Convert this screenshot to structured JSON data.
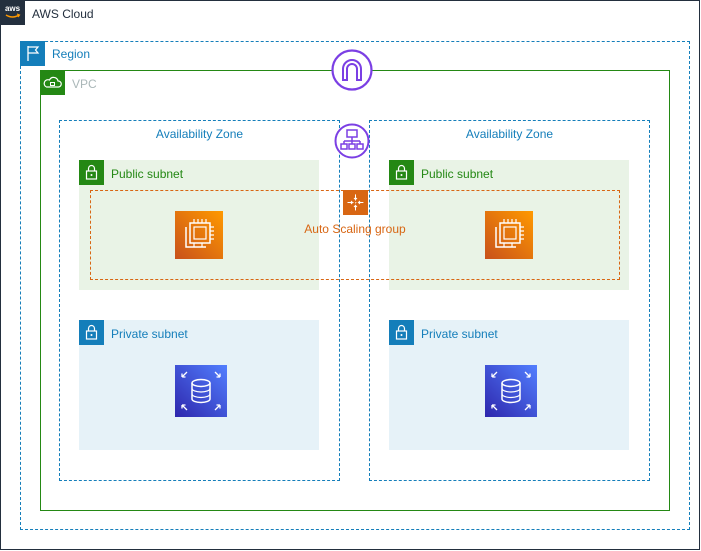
{
  "cloud": {
    "label": "AWS Cloud",
    "color": "#232f3e"
  },
  "region": {
    "label": "Region",
    "color": "#147eba"
  },
  "vpc": {
    "label": "VPC",
    "border_color": "#248814",
    "label_color": "#aab7b8"
  },
  "availability_zones": [
    {
      "label": "Availability Zone",
      "public_subnet": {
        "label": "Public subnet",
        "service": "ec2-instance-icon"
      },
      "private_subnet": {
        "label": "Private subnet",
        "service": "rds-database-icon"
      }
    },
    {
      "label": "Availability Zone",
      "public_subnet": {
        "label": "Public subnet",
        "service": "ec2-instance-icon"
      },
      "private_subnet": {
        "label": "Private subnet",
        "service": "rds-database-icon"
      }
    }
  ],
  "auto_scaling_group": {
    "label": "Auto Scaling group",
    "color": "#d86613"
  },
  "icons": {
    "gateway": "internet-gateway-icon",
    "load_balancer": "load-balancer-icon"
  },
  "colors": {
    "public_subnet_bg": "#e9f3e6",
    "private_subnet_bg": "#e6f2f8",
    "purple_accent": "#7b3fe4"
  }
}
